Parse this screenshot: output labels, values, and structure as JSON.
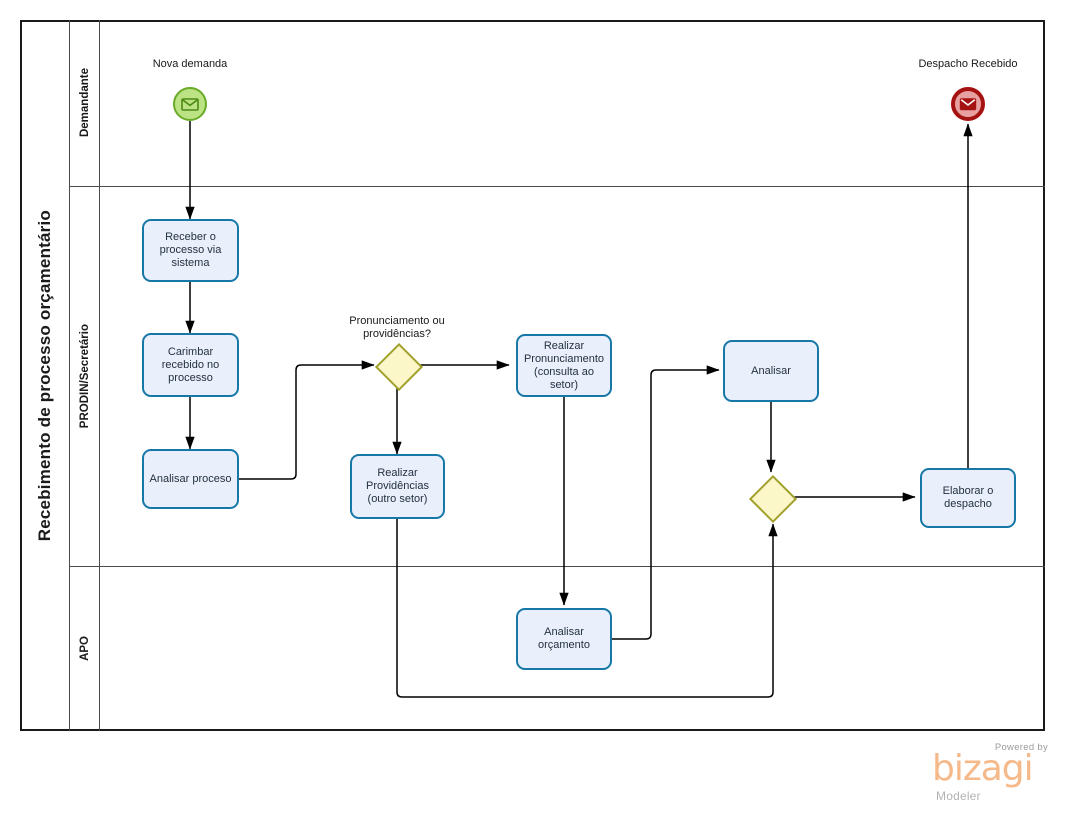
{
  "diagram": {
    "type": "bpmn-process",
    "pool_title": "Recebimento de processo orçamentário",
    "lanes": [
      {
        "id": "demandante",
        "label": "Demandante"
      },
      {
        "id": "prodin",
        "label": "PRODIN/Secretário"
      },
      {
        "id": "apo",
        "label": "APO"
      }
    ],
    "colors": {
      "task_fill": "#eaeffc",
      "task_border": "#1778a8",
      "gateway_fill": "#fbf7c8",
      "gateway_border": "#a0a02e",
      "start_event_fill": "#bbe383",
      "start_event_border": "#6aab2a",
      "end_event_fill": "#e8a0a0",
      "end_event_border": "#a51212",
      "pool_border": "#1a1a1a",
      "connector": "#000000"
    },
    "events": [
      {
        "id": "start",
        "name": "Nova demanda",
        "kind": "message-start-event",
        "lane": "demandante",
        "icon": "envelope-icon"
      },
      {
        "id": "end",
        "name": "Despacho Recebido",
        "kind": "message-end-event",
        "lane": "demandante",
        "icon": "envelope-icon"
      }
    ],
    "tasks": [
      {
        "id": "receber",
        "label": "Receber o processo via sistema",
        "lane": "prodin"
      },
      {
        "id": "carimbar",
        "label": "Carimbar recebido no processo",
        "lane": "prodin"
      },
      {
        "id": "analisar-proceso",
        "label": "Analisar proceso",
        "lane": "prodin"
      },
      {
        "id": "realizar-providencias",
        "label": "Realizar Providências (outro setor)",
        "lane": "prodin"
      },
      {
        "id": "realizar-pronunciamento",
        "label": "Realizar Pronunciamento (consulta ao setor)",
        "lane": "prodin"
      },
      {
        "id": "analisar",
        "label": "Analisar",
        "lane": "prodin"
      },
      {
        "id": "elaborar-despacho",
        "label": "Elaborar o despacho",
        "lane": "prodin"
      },
      {
        "id": "analisar-orcamento",
        "label": "Analisar orçamento",
        "lane": "apo"
      }
    ],
    "gateways": [
      {
        "id": "gw1",
        "label": "Pronunciamento ou providências?",
        "kind": "exclusive-gateway",
        "lane": "prodin"
      },
      {
        "id": "gw2",
        "label": "",
        "kind": "exclusive-gateway",
        "lane": "prodin"
      }
    ],
    "flows": [
      {
        "from": "start",
        "to": "receber"
      },
      {
        "from": "receber",
        "to": "carimbar"
      },
      {
        "from": "carimbar",
        "to": "analisar-proceso"
      },
      {
        "from": "analisar-proceso",
        "to": "gw1"
      },
      {
        "from": "gw1",
        "to": "realizar-pronunciamento"
      },
      {
        "from": "gw1",
        "to": "realizar-providencias"
      },
      {
        "from": "realizar-pronunciamento",
        "to": "analisar-orcamento"
      },
      {
        "from": "analisar-orcamento",
        "to": "analisar"
      },
      {
        "from": "analisar",
        "to": "gw2"
      },
      {
        "from": "realizar-providencias",
        "to": "gw2"
      },
      {
        "from": "gw2",
        "to": "elaborar-despacho"
      },
      {
        "from": "elaborar-despacho",
        "to": "end"
      }
    ]
  },
  "branding": {
    "powered_by": "Powered by",
    "product": "bizagi",
    "edition": "Modeler"
  }
}
